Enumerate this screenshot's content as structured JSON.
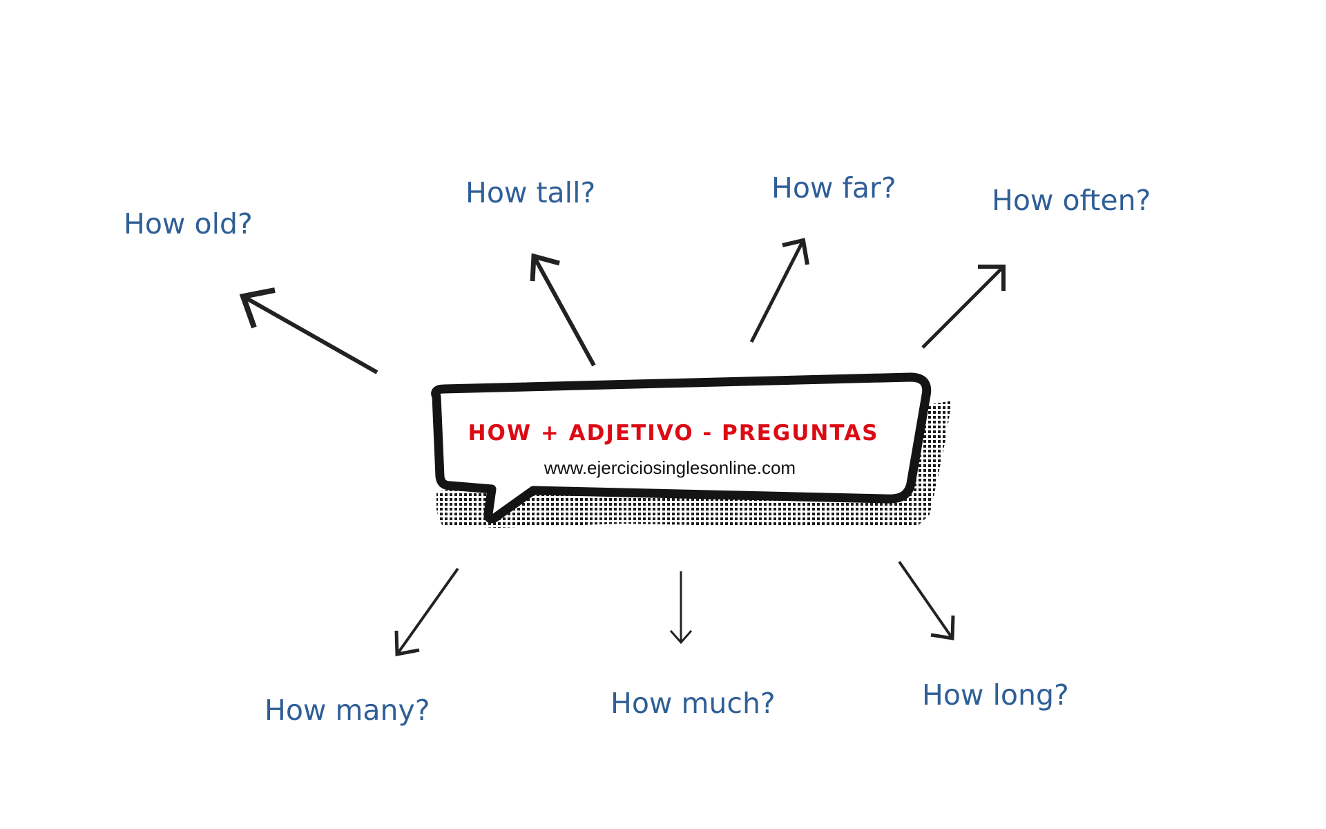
{
  "colors": {
    "question_text": "#2f5f96",
    "title_text": "#dc0a14",
    "subtitle_text": "#111111",
    "arrow_stroke": "#222222",
    "bubble_border": "#141414",
    "bubble_fill": "#ffffff"
  },
  "center_bubble": {
    "title": "HOW + ADJETIVO - PREGUNTAS",
    "subtitle": "www.ejerciciosinglesonline.com"
  },
  "questions": {
    "how_old": "How old?",
    "how_tall": "How tall?",
    "how_far": "How far?",
    "how_often": "How often?",
    "how_many": "How many?",
    "how_much": "How much?",
    "how_long": "How long?"
  }
}
